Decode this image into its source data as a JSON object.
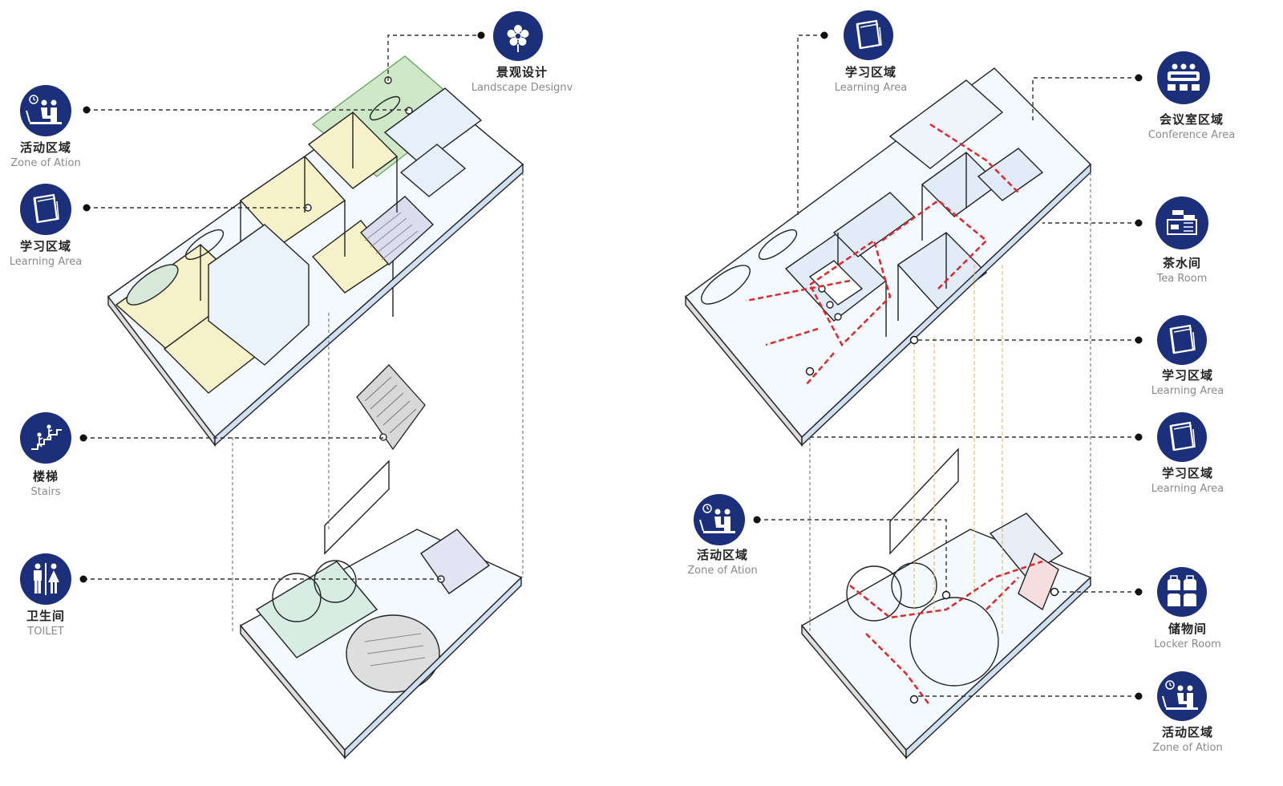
{
  "colors": {
    "icon_fill": "#1b2f7a",
    "leader": "#333333",
    "route": "#e0282a",
    "yellow_guide": "#e3b04a",
    "glass": "#cfe0f2",
    "landscape": "#cfe8c8",
    "activity": "#f6f1c8",
    "stairs": "#d8d8ea"
  },
  "left": {
    "landscape": {
      "cn": "景观设计",
      "en": "Landscape Designv",
      "icon": "flower-icon"
    },
    "activity": {
      "cn": "活动区域",
      "en": "Zone of Ation",
      "icon": "people-sitting-icon"
    },
    "learning": {
      "cn": "学习区域",
      "en": "Learning Area",
      "icon": "book-icon"
    },
    "stairs": {
      "cn": "楼梯",
      "en": "Stairs",
      "icon": "stairs-icon"
    },
    "toilet": {
      "cn": "卫生间",
      "en": "TOILET",
      "icon": "toilet-icon"
    }
  },
  "right": {
    "learning_top": {
      "cn": "学习区域",
      "en": "Learning Area",
      "icon": "book-icon"
    },
    "conference": {
      "cn": "会议室区域",
      "en": "Conference  Area",
      "icon": "conference-icon"
    },
    "tea": {
      "cn": "茶水间",
      "en": "Tea Room",
      "icon": "tea-icon"
    },
    "learning_mid": {
      "cn": "学习区域",
      "en": "Learning Area",
      "icon": "book-icon"
    },
    "learning_low": {
      "cn": "学习区域",
      "en": "Learning Area",
      "icon": "book-icon"
    },
    "activity_left": {
      "cn": "活动区域",
      "en": "Zone of Ation",
      "icon": "people-sitting-icon"
    },
    "locker": {
      "cn": "储物间",
      "en": "Locker Room",
      "icon": "locker-icon"
    },
    "activity_bottom": {
      "cn": "活动区域",
      "en": "Zone of Ation",
      "icon": "people-sitting-icon"
    }
  }
}
